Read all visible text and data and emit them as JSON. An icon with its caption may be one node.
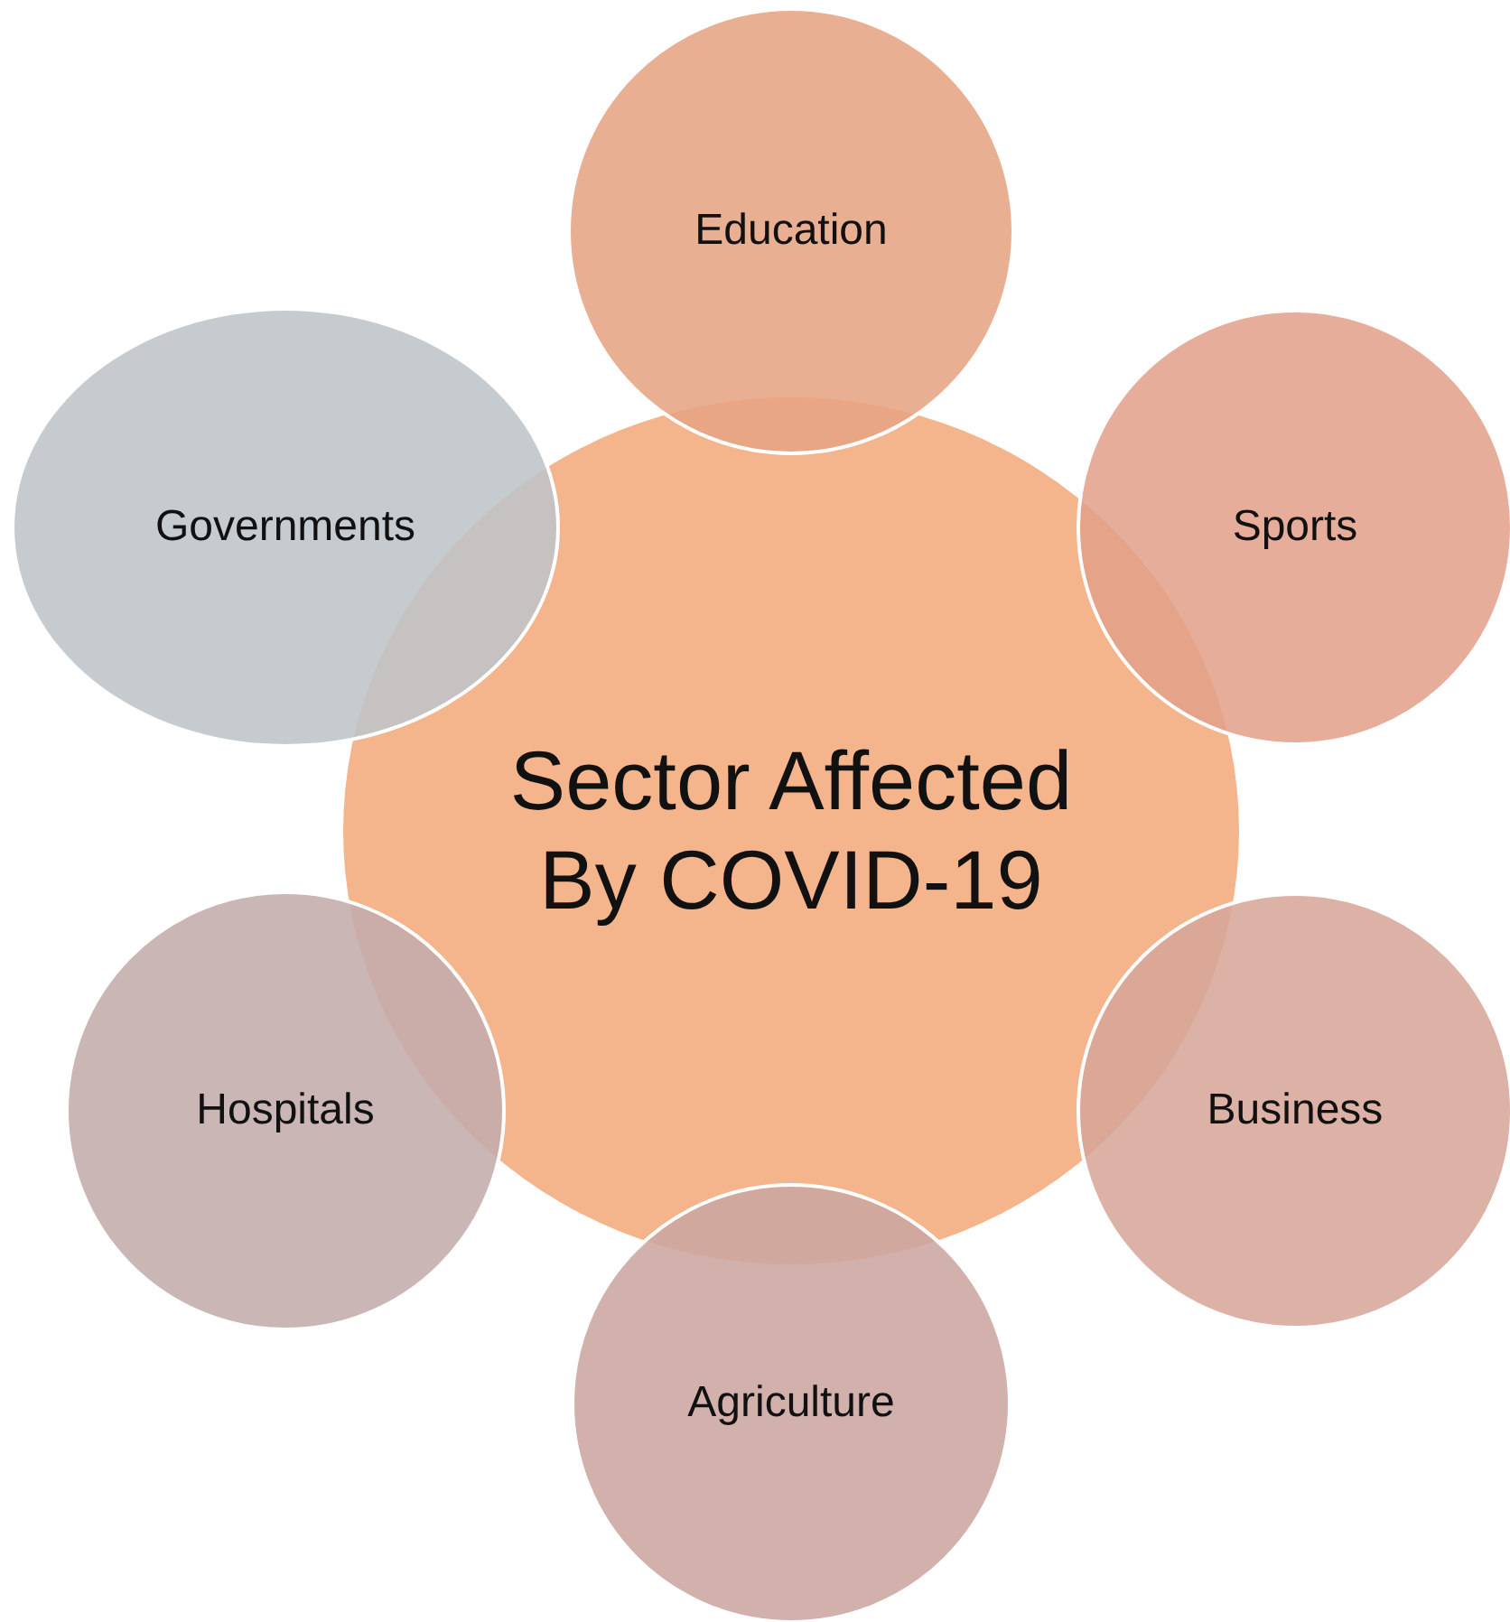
{
  "diagram": {
    "nodes": [
      {
        "text": [
          "Sector Affected By COVID-19"
        ]
      },
      {
        "text": [
          "Education"
        ]
      },
      {
        "text": [
          "Governments"
        ]
      },
      {
        "text": [
          "Sports"
        ]
      },
      {
        "text": [
          "Hospitals"
        ]
      },
      {
        "text": [
          "Business"
        ]
      },
      {
        "text": [
          "Agriculture"
        ]
      }
    ]
  }
}
